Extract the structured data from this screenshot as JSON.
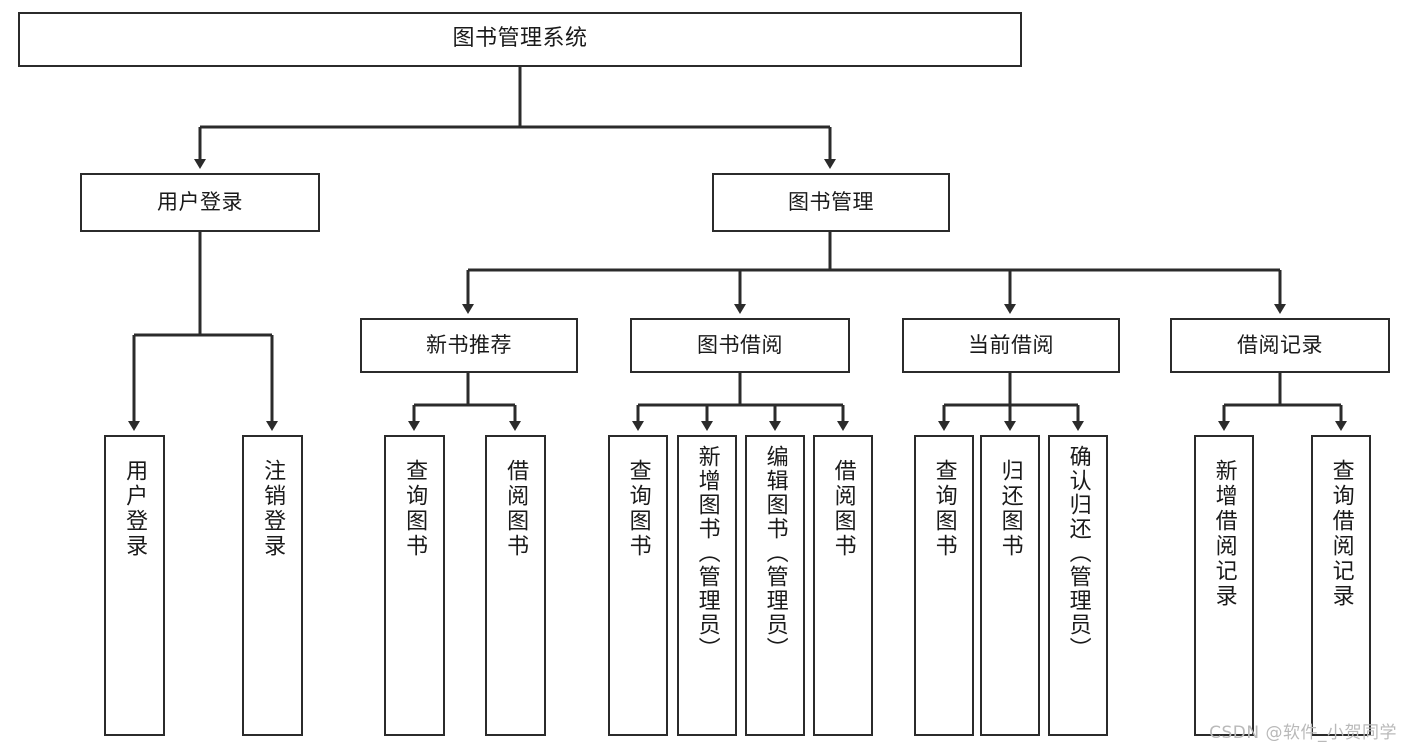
{
  "diagram": {
    "type": "tree",
    "title": "图书管理系统",
    "watermark": "CSDN @软件_小贺同学",
    "colors": {
      "box_border": "#2b2b2b",
      "box_fill": "#ffffff",
      "edge": "#2b2b2b",
      "text": "#1a1a1a",
      "watermark": "#b9b9b9"
    },
    "levels": {
      "root": "图书管理系统",
      "level2": [
        "用户登录",
        "图书管理"
      ],
      "level3": [
        "新书推荐",
        "图书借阅",
        "当前借阅",
        "借阅记录"
      ],
      "level4": [
        "用户登录",
        "注销登录",
        "查询图书",
        "借阅图书",
        "查询图书",
        "新增图书（管理员）",
        "编辑图书（管理员）",
        "借阅图书",
        "查询图书",
        "归还图书",
        "确认归还（管理员）",
        "新增借阅记录",
        "查询借阅记录"
      ]
    },
    "nodes": {
      "root": {
        "label": "图书管理系统"
      },
      "user_login": {
        "label": "用户登录"
      },
      "book_manage": {
        "label": "图书管理"
      },
      "new_book_rec": {
        "label": "新书推荐"
      },
      "book_borrow": {
        "label": "图书借阅"
      },
      "current_borrow": {
        "label": "当前借阅"
      },
      "borrow_record": {
        "label": "借阅记录"
      },
      "leaf_user_login": {
        "label": "用户登录"
      },
      "leaf_logout": {
        "label": "注销登录"
      },
      "leaf_query_book_1": {
        "label": "查询图书"
      },
      "leaf_borrow_book_1": {
        "label": "借阅图书"
      },
      "leaf_query_book_2": {
        "label": "查询图书"
      },
      "leaf_add_book": {
        "label": "新增图书（管理员）"
      },
      "leaf_edit_book": {
        "label": "编辑图书（管理员）"
      },
      "leaf_borrow_book_2": {
        "label": "借阅图书"
      },
      "leaf_query_book_3": {
        "label": "查询图书"
      },
      "leaf_return_book": {
        "label": "归还图书"
      },
      "leaf_confirm_return": {
        "label": "确认归还（管理员）"
      },
      "leaf_add_record": {
        "label": "新增借阅记录"
      },
      "leaf_query_record": {
        "label": "查询借阅记录"
      }
    }
  }
}
